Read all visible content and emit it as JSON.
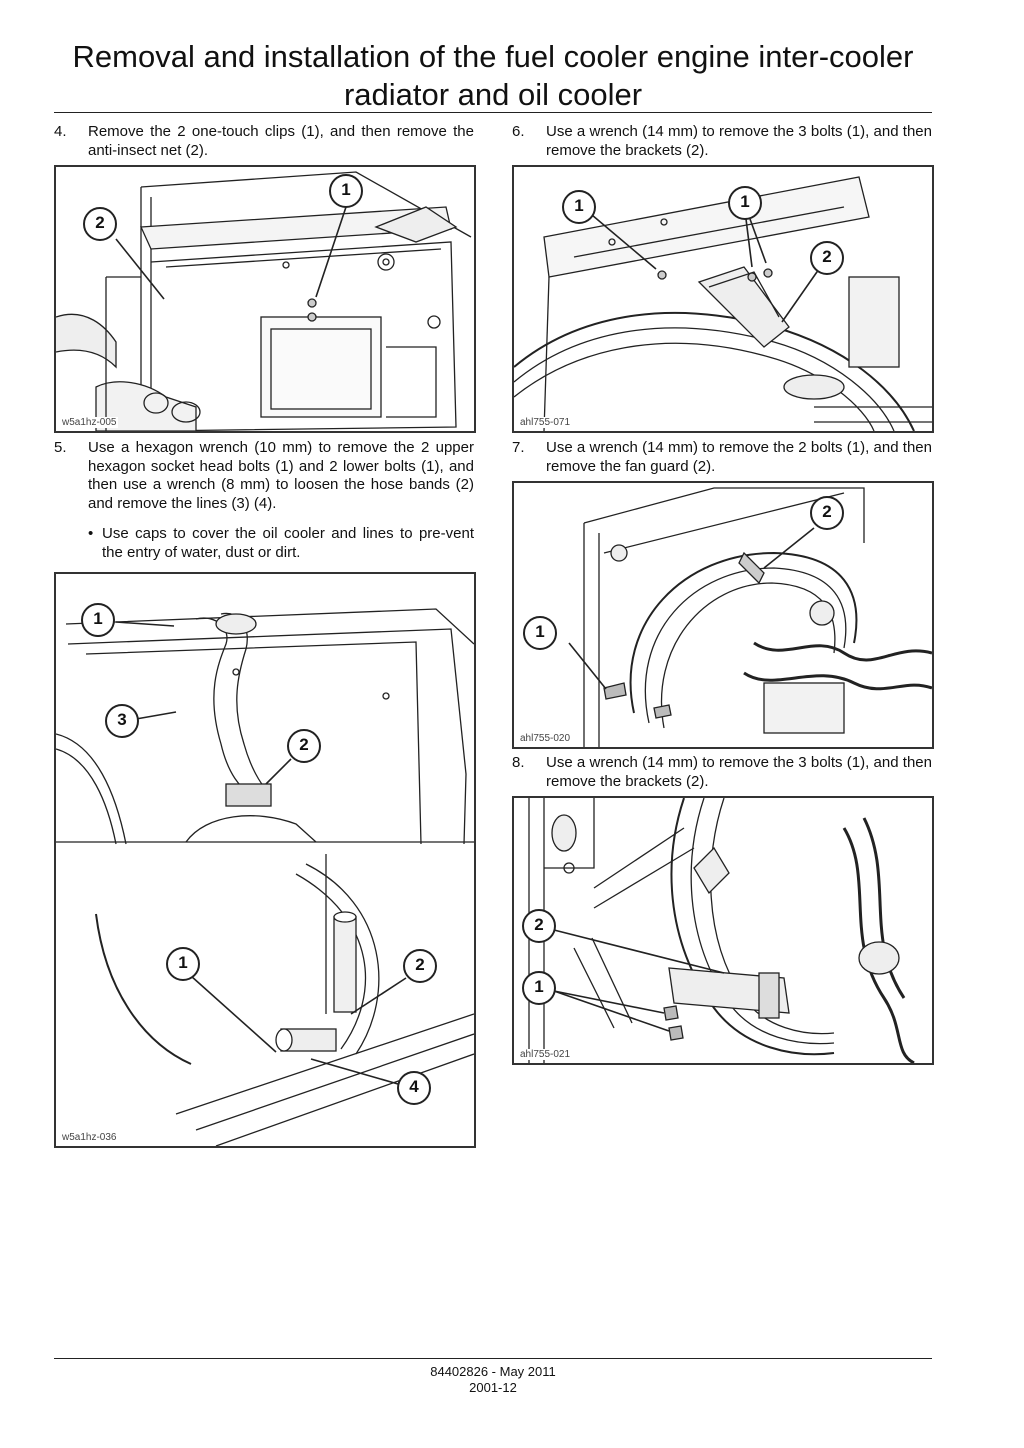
{
  "page": {
    "title_line1": "Removal and installation of the fuel cooler engine inter-cooler",
    "title_line2": "radiator and oil cooler"
  },
  "steps": [
    {
      "number": "4.",
      "text": "Remove the 2 one-touch clips (1), and then remove the anti-insect net (2).",
      "figure_code": "w5a1hz-005",
      "callouts": [
        "1",
        "2"
      ]
    },
    {
      "number": "5.",
      "text": "Use a hexagon wrench (10 mm) to remove the 2 upper hexagon socket head bolts (1) and 2 lower bolts (1), and then use a wrench (8 mm) to loosen the hose bands (2) and remove the lines (3) (4).",
      "bullet": "Use caps to cover the oil cooler and lines to pre-vent the entry of water, dust or dirt.",
      "figure_code": "w5a1hz-036",
      "callouts": [
        "1",
        "3",
        "2",
        "1",
        "2",
        "4"
      ]
    },
    {
      "number": "6.",
      "text": "Use a wrench (14 mm) to remove the 3 bolts (1), and then remove the brackets (2).",
      "figure_code": "ahl755-071",
      "callouts": [
        "1",
        "1",
        "2"
      ]
    },
    {
      "number": "7.",
      "text": "Use a wrench (14 mm) to remove the 2 bolts (1), and then remove the fan guard (2).",
      "figure_code": "ahl755-020",
      "callouts": [
        "2",
        "1"
      ]
    },
    {
      "number": "8.",
      "text": "Use a wrench (14 mm) to remove the 3 bolts (1), and then remove the brackets (2).",
      "figure_code": "ahl755-021",
      "callouts": [
        "2",
        "1"
      ]
    }
  ],
  "footer": {
    "doc_date": "84402826 - May 2011",
    "page_number": "2001-12"
  }
}
